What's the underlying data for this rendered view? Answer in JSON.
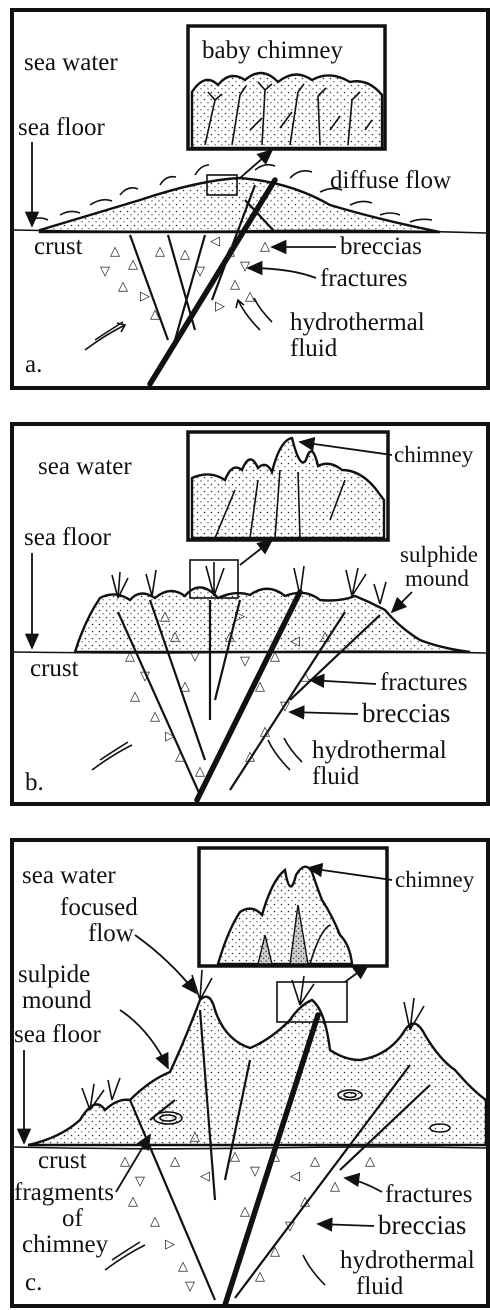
{
  "panel_a": {
    "letter": "a.",
    "sea_water": "sea water",
    "sea_floor": "sea floor",
    "inset_title": "baby chimney",
    "diffuse_flow": "diffuse flow",
    "crust": "crust",
    "breccias": "breccias",
    "fractures": "fractures",
    "hydrothermal_1": "hydrothermal",
    "hydrothermal_2": "fluid"
  },
  "panel_b": {
    "letter": "b.",
    "sea_water": "sea water",
    "sea_floor": "sea floor",
    "chimney": "chimney",
    "sulphide_1": "sulphide",
    "sulphide_2": "mound",
    "crust": "crust",
    "fractures": "fractures",
    "breccias": "breccias",
    "hydrothermal_1": "hydrothermal",
    "hydrothermal_2": "fluid"
  },
  "panel_c": {
    "letter": "c.",
    "sea_water": "sea water",
    "focused_1": "focused",
    "focused_2": "flow",
    "sulpide_1": "sulpide",
    "sulpide_2": "mound",
    "sea_floor": "sea floor",
    "chimney": "chimney",
    "crust": "crust",
    "fragments_1": "fragments",
    "fragments_2": "of",
    "fragments_3": "chimney",
    "fractures": "fractures",
    "breccias": "breccias",
    "hydrothermal_1": "hydrothermal",
    "hydrothermal_2": "fluid"
  }
}
